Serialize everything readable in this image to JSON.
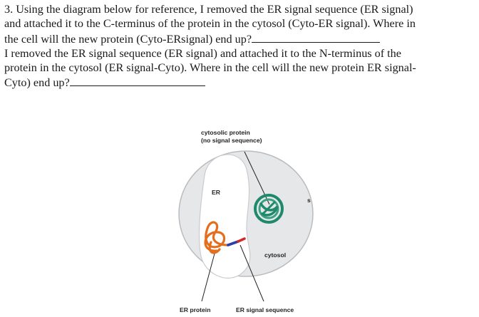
{
  "question": {
    "line1": "3.  Using the diagram below for reference, I removed the ER signal sequence (ER signal)",
    "line2": "and attached it to the C-terminus of the protein in the cytosol (Cyto-ER signal).  Where in",
    "line3": "the cell will the new protein (Cyto-ERsignal) end up?",
    "line4": "I removed the ER signal sequence (ER signal) and attached it to the N-terminus of the",
    "line5": "protein in the cytosol (ER signal-Cyto). Where in the cell will the new protein ER signal-",
    "line6": "Cyto) end up?"
  },
  "diagram": {
    "cytosolic_protein_label_1": "cytosolic protein",
    "cytosolic_protein_label_2": "(no signal sequence)",
    "er_label": "ER",
    "cut_label": "s",
    "cytosol_label": "cytosol",
    "er_protein_label": "ER protein",
    "er_signal_label": "ER signal sequence",
    "colors": {
      "cell_fill": "#e6e7e8",
      "cell_border": "#b9bbbe",
      "er_fill": "#ffffff",
      "protein_green": "#1f8a6b",
      "protein_orange": "#e36f1e",
      "signal_blue": "#2b3fa8",
      "signal_red": "#d12a2a"
    }
  }
}
